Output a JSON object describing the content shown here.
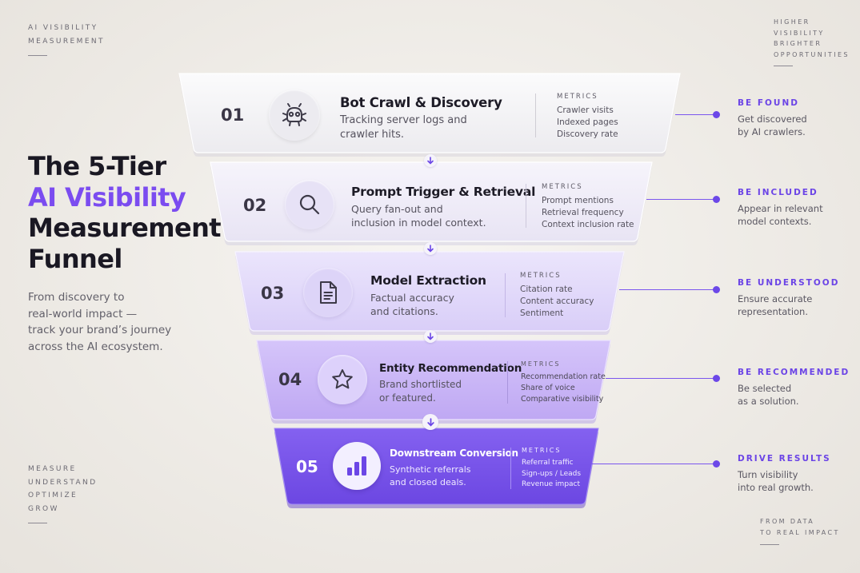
{
  "corners": {
    "top_left": [
      "AI VISIBILITY",
      "MEASUREMENT"
    ],
    "top_right": [
      "HIGHER",
      "VISIBILITY",
      "BRIGHTER",
      "OPPORTUNITIES"
    ],
    "bottom_left": [
      "MEASURE",
      "UNDERSTAND",
      "OPTIMIZE",
      "GROW"
    ],
    "bottom_right": [
      "FROM DATA",
      "TO REAL IMPACT"
    ]
  },
  "headline": {
    "line1": "The 5-Tier",
    "line2": "AI Visibility",
    "line3": "Measurement",
    "line4": "Funnel"
  },
  "subtitle": [
    "From discovery to",
    "real-world impact —",
    "track your brand’s journey",
    "across the AI ecosystem."
  ],
  "metrics_heading": "METRICS",
  "tiers": [
    {
      "number": "01",
      "title": "Bot Crawl & Discovery",
      "description": [
        "Tracking server logs and",
        "crawler hits."
      ],
      "icon": "robot-icon",
      "metrics": [
        "Crawler visits",
        "Indexed pages",
        "Discovery rate"
      ]
    },
    {
      "number": "02",
      "title": "Prompt Trigger & Retrieval",
      "description": [
        "Query fan-out and",
        "inclusion in model context."
      ],
      "icon": "search-icon",
      "metrics": [
        "Prompt mentions",
        "Retrieval frequency",
        "Context inclusion rate"
      ]
    },
    {
      "number": "03",
      "title": "Model Extraction",
      "description": [
        "Factual accuracy",
        "and citations."
      ],
      "icon": "document-icon",
      "metrics": [
        "Citation rate",
        "Content accuracy",
        "Sentiment"
      ]
    },
    {
      "number": "04",
      "title": "Entity Recommendation",
      "description": [
        "Brand shortlisted",
        "or featured."
      ],
      "icon": "star-icon",
      "metrics": [
        "Recommendation rate",
        "Share of voice",
        "Comparative visibility"
      ]
    },
    {
      "number": "05",
      "title": "Downstream Conversion",
      "description": [
        "Synthetic referrals",
        "and closed deals."
      ],
      "icon": "bar-chart-icon",
      "metrics": [
        "Referral traffic",
        "Sign-ups / Leads",
        "Revenue impact"
      ]
    }
  ],
  "outcomes": [
    {
      "title": "BE FOUND",
      "description": [
        "Get discovered",
        "by AI crawlers."
      ]
    },
    {
      "title": "BE INCLUDED",
      "description": [
        "Appear in relevant",
        "model contexts."
      ]
    },
    {
      "title": "BE UNDERSTOOD",
      "description": [
        "Ensure accurate",
        "representation."
      ]
    },
    {
      "title": "BE RECOMMENDED",
      "description": [
        "Be selected",
        "as a solution."
      ]
    },
    {
      "title": "DRIVE RESULTS",
      "description": [
        "Turn visibility",
        "into real growth."
      ]
    }
  ],
  "colors": {
    "accent": "#7b4cf0",
    "tier_fills": [
      "#f6f5f8",
      "#eeeaf8",
      "#e1d8fa",
      "#c8b5f6",
      "#7a55e8"
    ],
    "connector": "#7b56ee"
  }
}
